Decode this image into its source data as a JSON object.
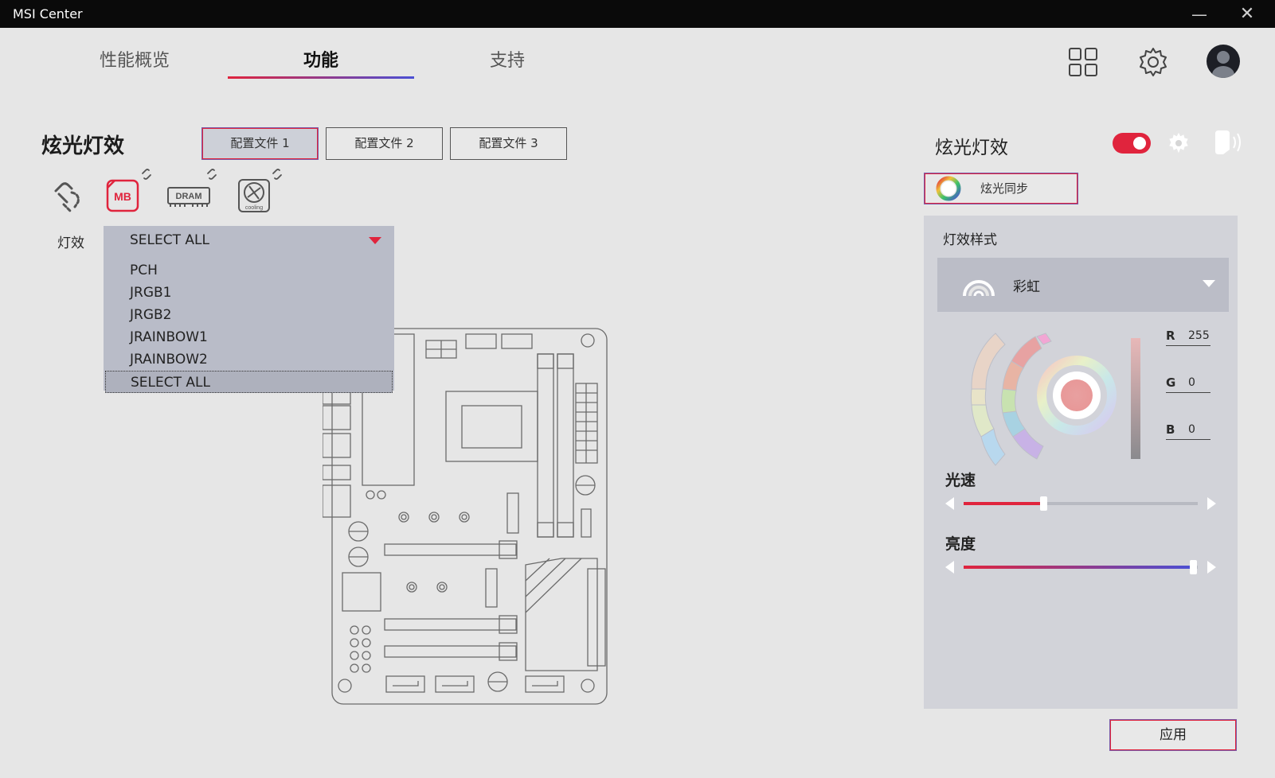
{
  "window": {
    "title": "MSI Center",
    "minimize": "—",
    "close": "✕"
  },
  "tabs": [
    {
      "label": "性能概览"
    },
    {
      "label": "功能"
    },
    {
      "label": "支持"
    }
  ],
  "header_icons": [
    "grid-icon",
    "gear-icon",
    "user-icon"
  ],
  "section": {
    "title": "炫光灯效"
  },
  "profiles": [
    "配置文件 1",
    "配置文件 2",
    "配置文件 3"
  ],
  "devices": [
    {
      "icon": "link-all-icon"
    },
    {
      "icon": "motherboard-icon",
      "label": "MB"
    },
    {
      "icon": "dram-icon",
      "label": "DRAM"
    },
    {
      "icon": "cooling-fan-icon",
      "label": "cooling"
    }
  ],
  "effect": {
    "label": "灯效",
    "selected": "SELECT ALL",
    "options": [
      "PCH",
      "JRGB1",
      "JRGB2",
      "JRAINBOW1",
      "JRAINBOW2",
      "SELECT ALL"
    ],
    "highlighted_option": "SELECT ALL"
  },
  "right_panel": {
    "title": "炫光灯效",
    "enabled": true,
    "sync_label": "炫光同步",
    "style_label": "灯效样式",
    "style_value": "彩虹",
    "rgb": {
      "r_label": "R",
      "r": "255",
      "g_label": "G",
      "g": "0",
      "b_label": "B",
      "b": "0"
    },
    "speed": {
      "label": "光速",
      "level": 0.34
    },
    "brightness": {
      "label": "亮度",
      "level": 0.98
    }
  },
  "apply_label": "应用",
  "colors": {
    "accent_red": "#e0243d",
    "accent_blue": "#4a4fd4",
    "selected_color": "#e8a0a0"
  }
}
